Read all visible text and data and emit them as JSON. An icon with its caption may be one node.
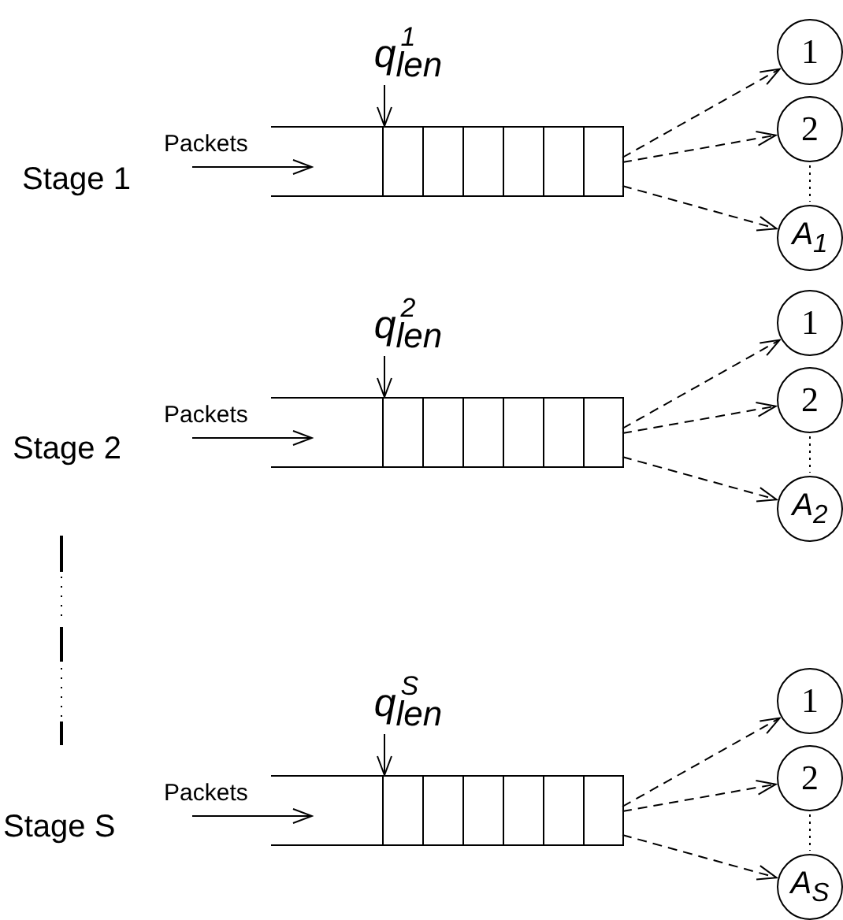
{
  "diagram": {
    "nodes": [
      {
        "text": [
          "q$^{1}$$_{len}$"
        ]
      },
      {
        "text": [],
        "shape": "box"
      },
      {
        "text": [
          "1"
        ]
      },
      {
        "text": [
          "2"
        ]
      },
      {
        "text": [
          "A$_{1}$"
        ]
      },
      {
        "text": [
          "q$^{2}$$_{len}$"
        ]
      },
      {
        "text": [],
        "shape": "box"
      },
      {
        "text": [
          "1"
        ]
      },
      {
        "text": [
          "2"
        ]
      },
      {
        "text": [
          "A$_{2}$"
        ]
      },
      {
        "text": [
          "q$^{S}$$_{len}$"
        ]
      },
      {
        "text": [],
        "shape": "box"
      },
      {
        "text": [
          "1"
        ]
      },
      {
        "text": [
          "2"
        ]
      },
      {
        "text": [
          "A$_{S}$"
        ]
      }
    ],
    "edges": [
      {
        "from": 0,
        "to": 1,
        "arrow": "to"
      },
      {
        "from": null,
        "to": 1,
        "arrow": "to",
        "label": "Packets"
      },
      {
        "from": 1,
        "to": 2,
        "arrow": "to",
        "style": "dashed"
      },
      {
        "from": 1,
        "to": 3,
        "arrow": "to",
        "style": "dashed"
      },
      {
        "from": 1,
        "to": 4,
        "arrow": "to",
        "style": "dashed"
      },
      {
        "from": 5,
        "to": 6,
        "arrow": "to"
      },
      {
        "from": null,
        "to": 6,
        "arrow": "to",
        "label": "Packets"
      },
      {
        "from": 6,
        "to": 7,
        "arrow": "to",
        "style": "dashed"
      },
      {
        "from": 6,
        "to": 8,
        "arrow": "to",
        "style": "dashed"
      },
      {
        "from": 6,
        "to": 9,
        "arrow": "to",
        "style": "dashed"
      },
      {
        "from": 10,
        "to": 11,
        "arrow": "to"
      },
      {
        "from": null,
        "to": 11,
        "arrow": "to",
        "label": "Packets"
      },
      {
        "from": 11,
        "to": 12,
        "arrow": "to",
        "style": "dashed"
      },
      {
        "from": 11,
        "to": 13,
        "arrow": "to",
        "style": "dashed"
      },
      {
        "from": 11,
        "to": 14,
        "arrow": "to",
        "style": "dashed"
      }
    ],
    "labels": [
      "Stage 1",
      "Stage 2",
      "Stage S"
    ]
  }
}
